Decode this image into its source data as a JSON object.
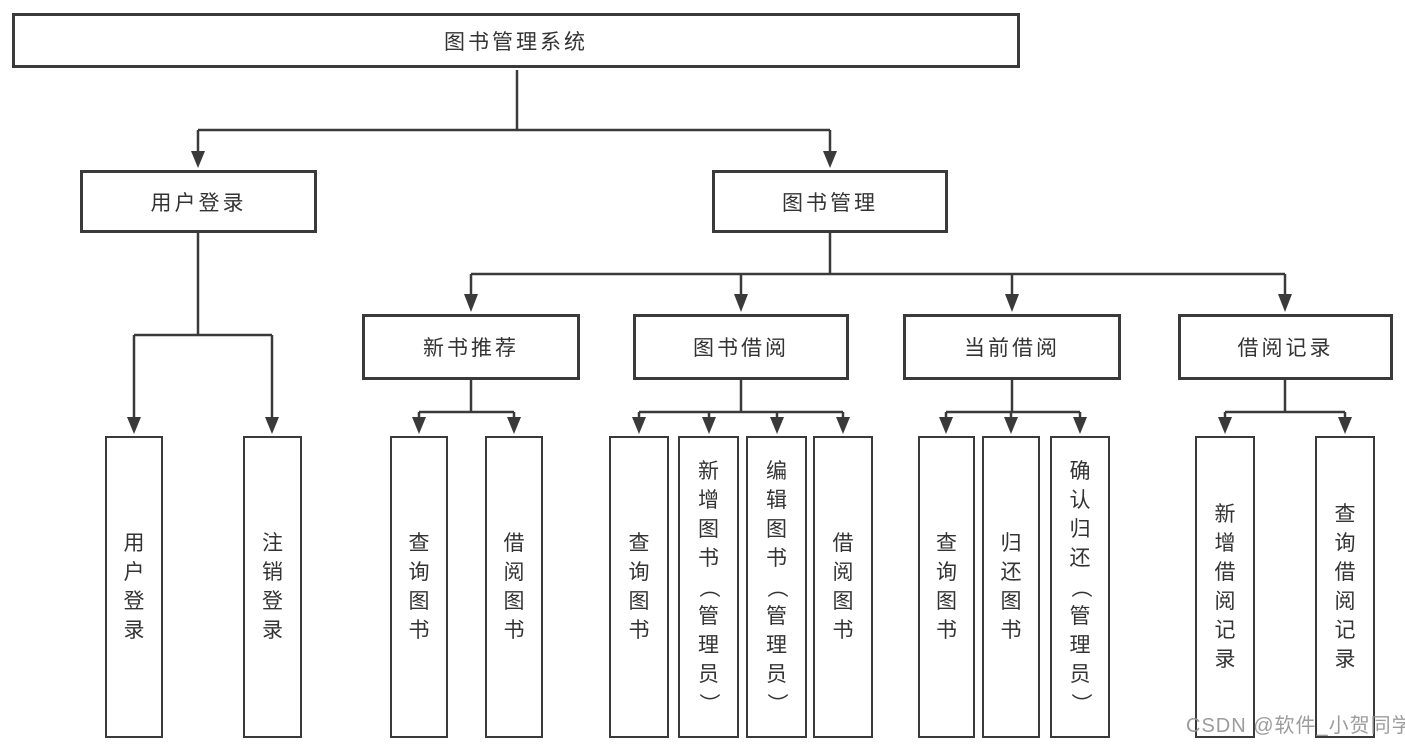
{
  "tree": {
    "root": {
      "label": "图书管理系统"
    },
    "branches": [
      {
        "label": "用户登录",
        "children": [
          {
            "label": "用户登录"
          },
          {
            "label": "注销登录"
          }
        ]
      },
      {
        "label": "图书管理",
        "children": [
          {
            "label": "新书推荐",
            "children": [
              {
                "label": "查询图书"
              },
              {
                "label": "借阅图书"
              }
            ]
          },
          {
            "label": "图书借阅",
            "children": [
              {
                "label": "查询图书"
              },
              {
                "label": "新增图书（管理员）"
              },
              {
                "label": "编辑图书（管理员）"
              },
              {
                "label": "借阅图书"
              }
            ]
          },
          {
            "label": "当前借阅",
            "children": [
              {
                "label": "查询图书"
              },
              {
                "label": "归还图书"
              },
              {
                "label": "确认归还（管理员）"
              }
            ]
          },
          {
            "label": "借阅记录",
            "children": [
              {
                "label": "新增借阅记录"
              },
              {
                "label": "查询借阅记录"
              }
            ]
          }
        ]
      }
    ]
  },
  "watermark": {
    "text": "CSDN @软件_小贺同学"
  },
  "colors": {
    "line": "#3a3a3a",
    "box_border": "#3a3a3a",
    "text": "#333333",
    "watermark": "#949494",
    "background": "#ffffff"
  }
}
